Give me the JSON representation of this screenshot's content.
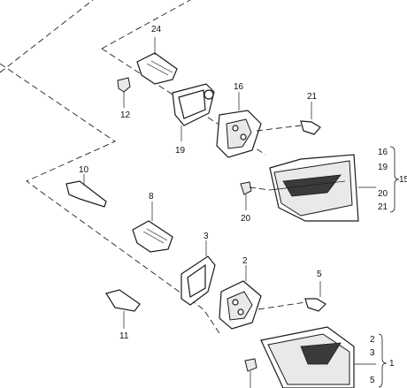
{
  "callouts": {
    "c1": "1",
    "c2": "2",
    "c3": "3",
    "c5": "5",
    "c8": "8",
    "c10": "10",
    "c11": "11",
    "c12": "12",
    "c16": "16",
    "c19": "19",
    "c20": "20",
    "c21": "21",
    "c24": "24"
  },
  "group_upper": {
    "label": "15",
    "items": [
      "16",
      "19",
      "20",
      "21"
    ]
  },
  "group_lower": {
    "label": "1",
    "items": [
      "2",
      "3",
      "5"
    ]
  }
}
